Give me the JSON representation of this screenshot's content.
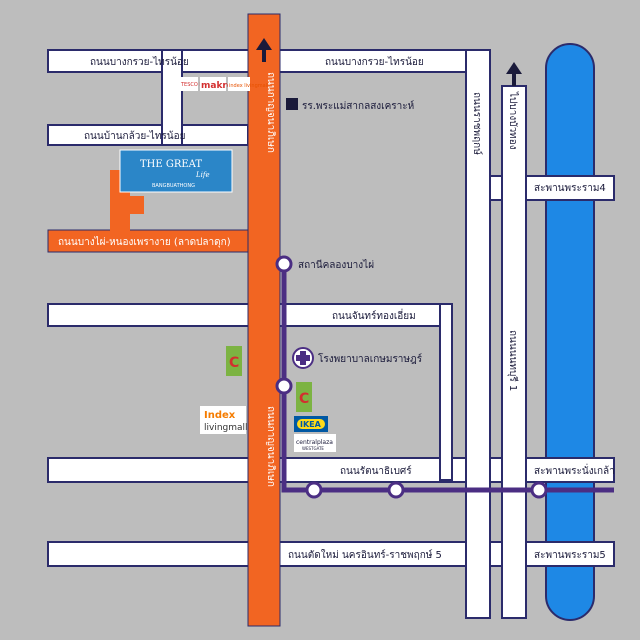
{
  "colors": {
    "background": "#bdbdbd",
    "road_fill": "#ffffff",
    "road_outline": "#2b2b6b",
    "main_road": "#f26522",
    "rail_line": "#4b2e83",
    "river": "#1e88e5",
    "the_great_box": "#2b86c8"
  },
  "roads": {
    "top_road": "ถนนบางกรวย-ไทรน้อย",
    "top_road_right": "ถนนบางกรวย-ไทรน้อย",
    "second_road": "ถนนบ้านกล้วย-ไทรน้อย",
    "orange_road": "ถนนบางไผ่-หนองเพรางาย (ลาดปลาดุก)",
    "chan_road": "ถนนจันทร์ทองเอี่ยม",
    "rattanathibet": "ถนนรัตนาธิเบศร์",
    "new_road": "ถนนตัดใหม่ นครอินทร์-ราชพฤกษ์ 5",
    "main_vertical": "ถนนกาญจนาภิเษก",
    "main_vertical_2": "ถนนกาญจนาภิเษก",
    "right_vertical_1": "ถนนราชพฤกษ์",
    "right_vertical_2": "ถนนนนทบุรี 1",
    "to_bangbuathong": "ไปบางบัวทอง"
  },
  "bridges": {
    "rama4": "สะพานพระราม4",
    "nangklao": "สะพานพระนั่งเกล้า",
    "rama5": "สะพานพระราม5"
  },
  "places": {
    "school": "รร.พระแม่สากลสงเคราะห์",
    "station": "สถานีคลองบางไผ่",
    "hospital": "โรงพยาบาลเกษมราษฎร์"
  },
  "logos": {
    "tesco": "TESCO Lotus",
    "makro": "makro",
    "index_small": "index livingmall",
    "the_great": "THE GREAT",
    "the_great_script": "Life",
    "the_great_sub": "BANGBUATHONG",
    "index_large_1": "Index",
    "index_large_2": "livingmall",
    "ikea": "IKEA",
    "central_1": "centralplaza",
    "central_2": "WESTGATE",
    "bigc_letter": "C"
  }
}
